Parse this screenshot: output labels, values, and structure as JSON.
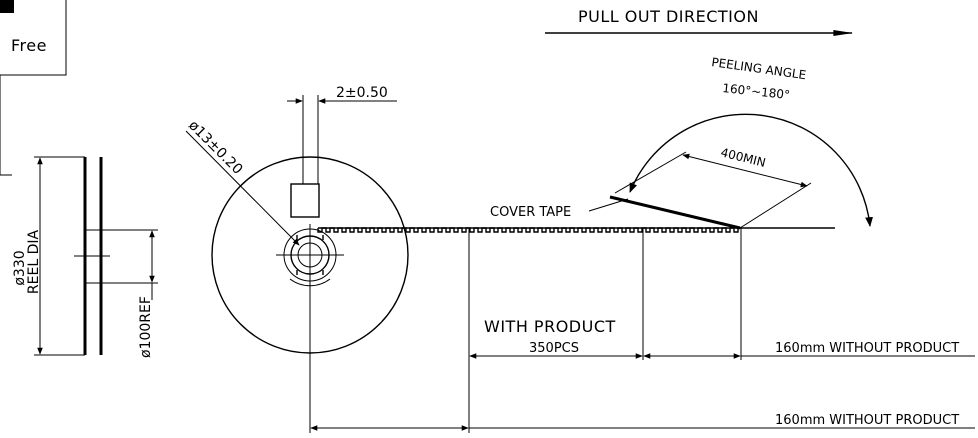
{
  "legend_box": {
    "label": "Free"
  },
  "labels": {
    "pull_out_direction": "PULL OUT DIRECTION",
    "peeling_angle": "PEELING ANGLE",
    "peeling_angle_range": "160°~180°",
    "peel_length": "400MIN",
    "cover_tape": "COVER TAPE",
    "reel_dia": "ø330",
    "reel_dia_caption": "REEL DIA",
    "hub_dia": "ø100REF",
    "hole_dia": "ø13±0.20",
    "slot_width": "2±0.50",
    "with_product": "WITH PRODUCT",
    "product_count": "350PCS",
    "leader_without_product": "160mm WITHOUT PRODUCT",
    "trailer_without_product": "160mm WITHOUT PRODUCT"
  }
}
